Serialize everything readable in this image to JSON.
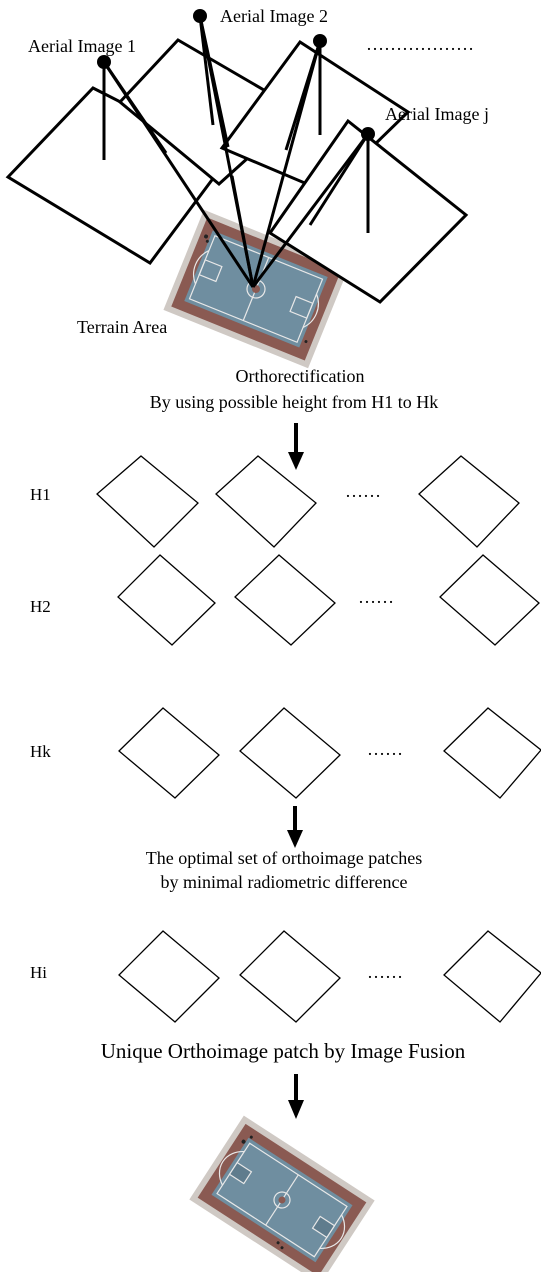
{
  "aerial_images": {
    "image1_label": "Aerial Image 1",
    "image2_label": "Aerial Image 2",
    "ellipsis": "………………",
    "imagej_label": "Aerial Image j"
  },
  "terrain_label": "Terrain Area",
  "orthorectification": {
    "title": "Orthorectification",
    "subtitle": "By using possible height from H1 to Hk"
  },
  "height_rows": [
    {
      "label": "H1",
      "dots": "……"
    },
    {
      "label": "H2",
      "dots": "……"
    },
    {
      "label": "Hk",
      "dots": "……"
    }
  ],
  "optimal_set": {
    "line1": "The optimal set of orthoimage patches",
    "line2": "by minimal radiometric difference"
  },
  "selected_row": {
    "label": "Hi",
    "dots": "……"
  },
  "fusion_label": "Unique Orthoimage patch by Image Fusion",
  "colors": {
    "court_surface": "#6f8ea0",
    "court_border": "#8a5a52",
    "court_lines": "#e8e8e8",
    "ink": "#000000"
  }
}
